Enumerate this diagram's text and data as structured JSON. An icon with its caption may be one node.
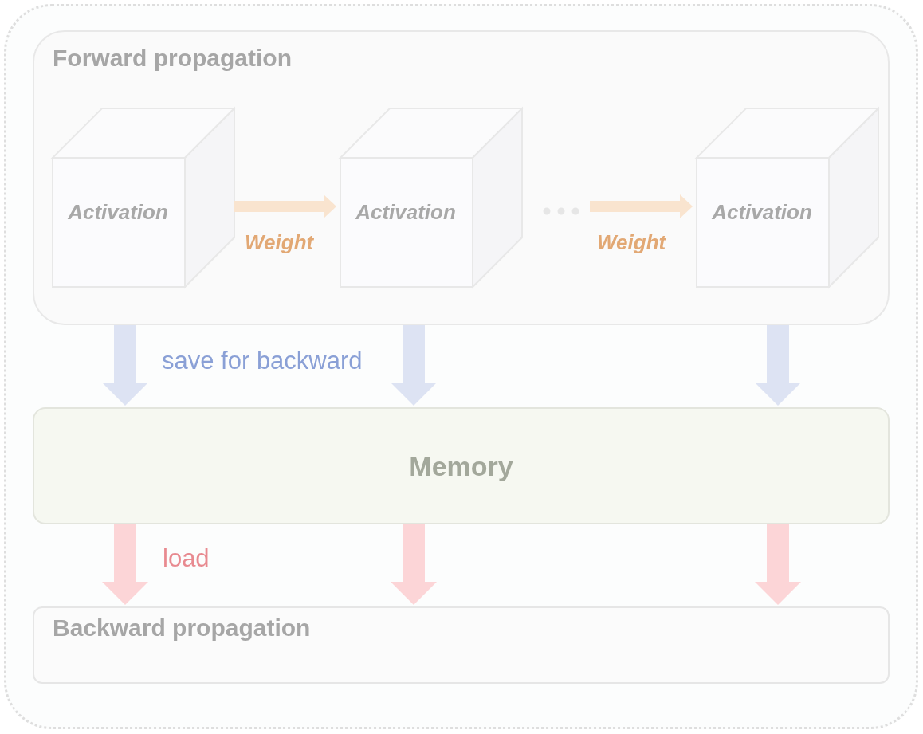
{
  "diagram": {
    "nodes": [
      {
        "text": [
          "Forward propagation"
        ]
      },
      {
        "text": [
          "Activation"
        ],
        "in": 0
      },
      {
        "text": [
          "Activation"
        ],
        "in": 0
      },
      {
        "text": [
          "Activation"
        ],
        "in": 0
      },
      {
        "text": [
          "Memory"
        ]
      },
      {
        "text": [
          "Backward propagation"
        ]
      }
    ],
    "edges": [
      {
        "from": 1,
        "to": 2,
        "arrow": "to",
        "label": "Weight",
        "color": "#f9e4cf"
      },
      {
        "from": 2,
        "to": 3,
        "arrow": "to",
        "label": "Weight",
        "color": "#f9e4cf"
      },
      {
        "from": 0,
        "to": 4,
        "arrow": "to",
        "label": "save for backward",
        "color": "#dde3f3"
      },
      {
        "from": 0,
        "to": 4,
        "arrow": "to",
        "color": "#dde3f3"
      },
      {
        "from": 0,
        "to": 4,
        "arrow": "to",
        "color": "#dde3f3"
      },
      {
        "from": 4,
        "to": 5,
        "arrow": "to",
        "label": "load",
        "color": "#fcd5d7"
      },
      {
        "from": 4,
        "to": 5,
        "arrow": "to",
        "color": "#fcd5d7"
      },
      {
        "from": 4,
        "to": 5,
        "arrow": "to",
        "color": "#fcd5d7"
      }
    ]
  }
}
